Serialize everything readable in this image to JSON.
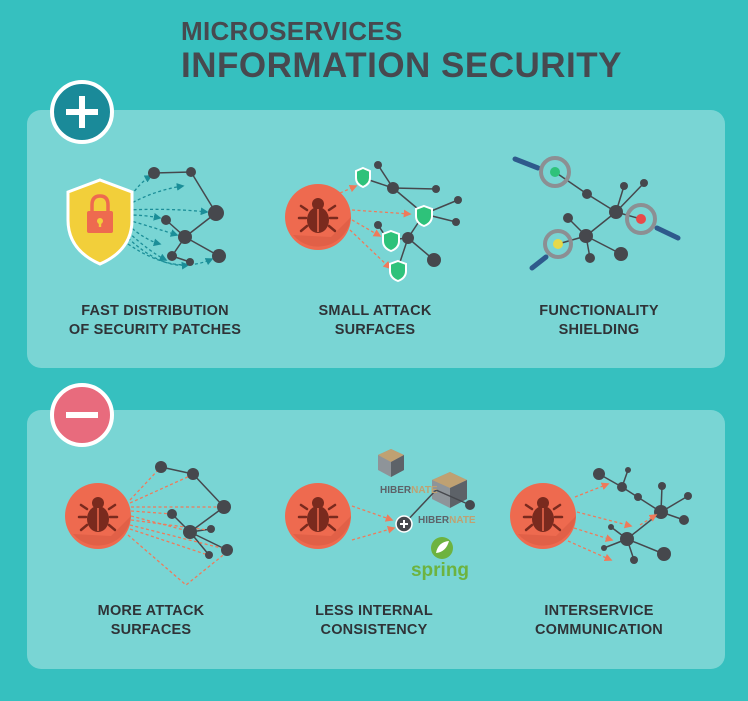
{
  "title": {
    "line1": "MICROSERVICES",
    "line2": "INFORMATION SECURITY"
  },
  "pros": {
    "badge_icon": "plus-icon",
    "items": [
      {
        "line1": "FAST DISTRIBUTION",
        "line2": "OF SECURITY PATCHES",
        "icon": "padlock-shield-icon"
      },
      {
        "line1": "SMALL ATTACK",
        "line2": "SURFACES",
        "icon": "bug-icon"
      },
      {
        "line1": "FUNCTIONALITY",
        "line2": "SHIELDING",
        "icon": "magnifier-icon"
      }
    ]
  },
  "cons": {
    "badge_icon": "minus-icon",
    "items": [
      {
        "line1": "MORE ATTACK",
        "line2": "SURFACES",
        "icon": "bug-icon"
      },
      {
        "line1": "LESS INTERNAL",
        "line2": "CONSISTENCY",
        "icon": "bug-icon"
      },
      {
        "line1": "INTERSERVICE",
        "line2": "COMMUNICATION",
        "icon": "bug-icon"
      }
    ]
  },
  "logos": {
    "hibernate_a": "HIBER",
    "hibernate_b": "NATE",
    "spring": "spring"
  },
  "colors": {
    "background": "#36c0bf",
    "panel": "#79d5d4",
    "title": "#47494f",
    "bug_circle": "#ee6a4f",
    "node": "#46484d",
    "arrow_teal": "#1b8e98",
    "arrow_red": "#ef7a5a",
    "shield_yellow": "#f2cf3a",
    "badge_plus": "#1a8a99",
    "badge_minus": "#e86b7d"
  }
}
